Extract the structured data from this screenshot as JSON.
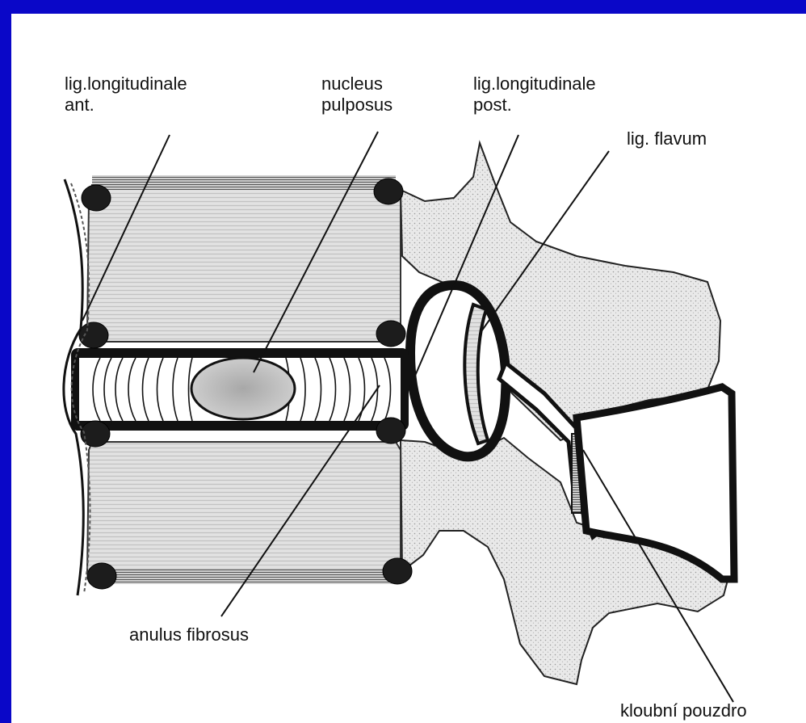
{
  "colors": {
    "background": "#0a07c8",
    "panel": "#ffffff",
    "ink": "#111111"
  },
  "labels": {
    "lig_long_ant_line1": "lig.longitudinale",
    "lig_long_ant_line2": "ant.",
    "nucleus_line1": "nucleus",
    "nucleus_line2": "pulposus",
    "lig_long_post_line1": "lig.longitudinale",
    "lig_long_post_line2": "post.",
    "lig_flavum": "lig. flavum",
    "anulus_fibrosus": "anulus fibrosus",
    "kloubni_pouzdro": "kloubní pouzdro"
  }
}
